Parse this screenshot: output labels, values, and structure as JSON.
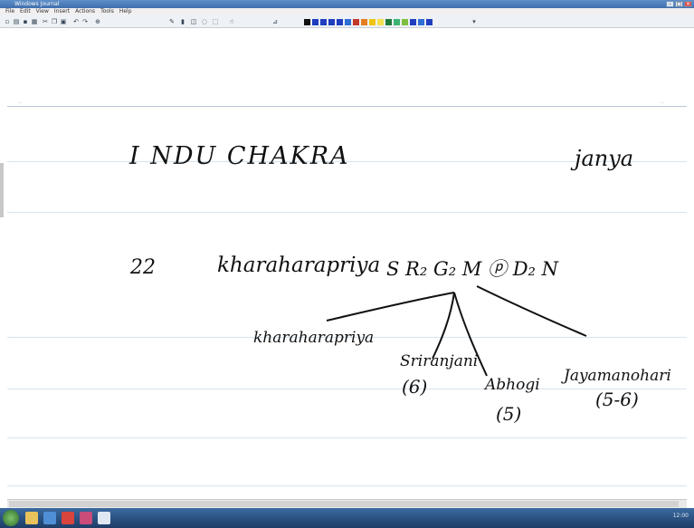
{
  "window": {
    "title": "Windows Journal"
  },
  "menu": [
    "File",
    "Edit",
    "View",
    "Insert",
    "Actions",
    "Tools",
    "Help"
  ],
  "palette": [
    "#111111",
    "#1f3fbf",
    "#1f3fbf",
    "#1f3fbf",
    "#1f3fbf",
    "#2e6fd6",
    "#c0392b",
    "#e67e22",
    "#f1c40f",
    "#f4e04d",
    "#1f7a3a",
    "#3cb371",
    "#7fbf3f",
    "#1f3fbf",
    "#2e6fd6",
    "#1f3fbf"
  ],
  "note": {
    "title": "I NDU  CHAKRA",
    "right_label": "janya",
    "number": "22",
    "raga": "kharaharapriya",
    "notes": "S  R₂  G₂  M  ⓟ  D₂  N",
    "branch_labels": [
      {
        "name": "kharaharapriya",
        "count": ""
      },
      {
        "name": "Sriranjani",
        "count": "(6)"
      },
      {
        "name": "Abhogi",
        "count": "(5)"
      },
      {
        "name": "Jayamanohari",
        "count": "(5-6)"
      }
    ]
  },
  "taskbar": {
    "clock": "12:00"
  }
}
